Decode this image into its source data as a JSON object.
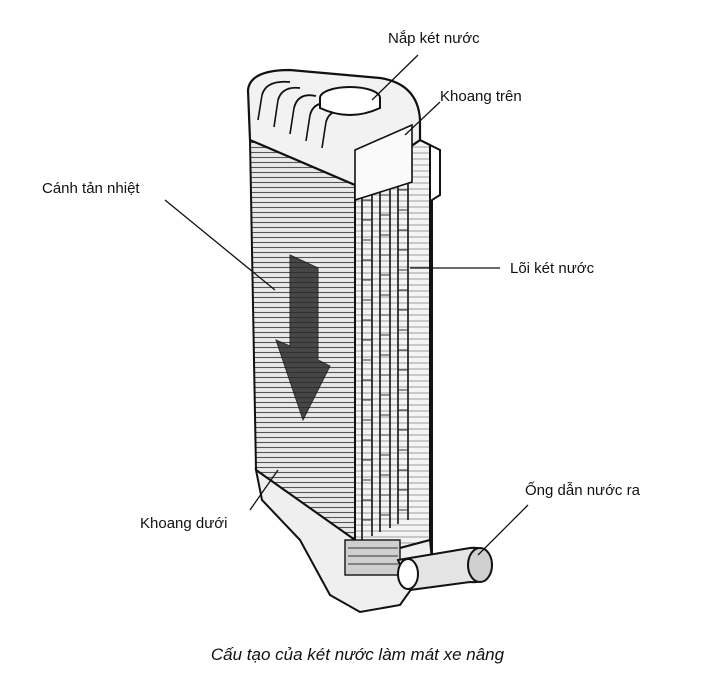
{
  "labels": {
    "filler_cap": "Nắp két nước",
    "upper_tank": "Khoang trên",
    "cooling_fins": "Cánh tản nhiệt",
    "radiator_core": "Lõi két nước",
    "outlet_pipe": "Ống dẫn nước ra",
    "lower_tank": "Khoang dưới"
  },
  "caption": "Cấu tạo của két nước làm mát xe nâng",
  "colors": {
    "ink": "#111111",
    "paper": "#ffffff"
  }
}
